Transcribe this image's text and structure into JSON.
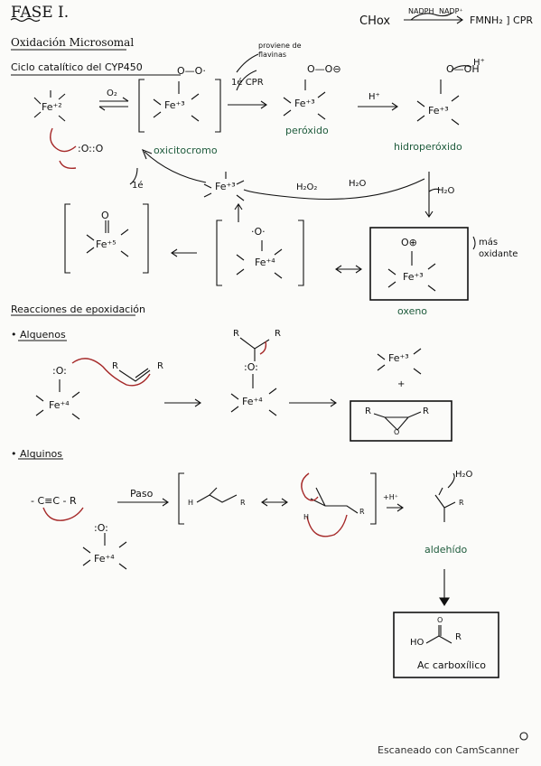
{
  "header": {
    "phase": "FASE I.",
    "section_title": "Oxidación Microsomal",
    "cofactor_nadph": "NADPH",
    "cofactor_nadp": "NADP⁺",
    "ch_ox": "CHox",
    "fmn_cpr": "FMNH₂ ] CPR"
  },
  "cycle": {
    "title": "Ciclo catalítico del CYP450",
    "fe2": "Fe⁺²",
    "o2": "O₂",
    "fe3": "Fe⁺³",
    "fe3_b": "Fe⁺³",
    "fe3_c": "Fe⁺³",
    "fe3_center": "Fe⁺³",
    "fe3_oxene": "Fe⁺³",
    "fe5": "Fe⁺⁵",
    "fe4": "Fe⁺⁴",
    "peroxy_bracket": "O—O·",
    "superoxo": "O—O⊖",
    "hydroperoxo": "O—OH",
    "o_double": "O",
    "o_radical": "·O·",
    "o_plus": "O⊕",
    "electron_cpr": "1é  CPR",
    "electron": "1é",
    "from_flavins": "proviene de flavinas",
    "h_plus": "H⁺",
    "h_plus_2": "H⁺",
    "h2o": "H₂O",
    "h2o2": "H₂O₂",
    "h2o_2": "H₂O",
    "o2_lone": ":O::O",
    "label_oxycomplex": "oxicitocromo",
    "label_peroxide": "peróxido",
    "label_hydroperoxide": "hidroperóxido",
    "label_oxene": "oxeno",
    "label_more_oxidant": "más oxidante"
  },
  "epoxidation": {
    "title": "Reacciones de epoxidación",
    "alkenes": "• Alquenos",
    "r": "R",
    "o_dots": ":O:",
    "fe4": "Fe⁺⁴",
    "fe3": "Fe⁺³",
    "plus": "+",
    "o_epoxide": "O"
  },
  "alkynes": {
    "title": "• Alquinos",
    "alkyne": "- C≡C - R",
    "step": "Paso",
    "h": "H",
    "r": "R",
    "o_dots": ":O:",
    "fe4": "Fe⁺⁴",
    "h_plus": "+H⁺",
    "h2o": "H₂O",
    "label_aldehyde": "aldehído",
    "ho": "HO",
    "o": "O",
    "label_acid": "Ac carboxílico"
  },
  "footer": {
    "scanner": "Escaneado con CamScanner"
  }
}
